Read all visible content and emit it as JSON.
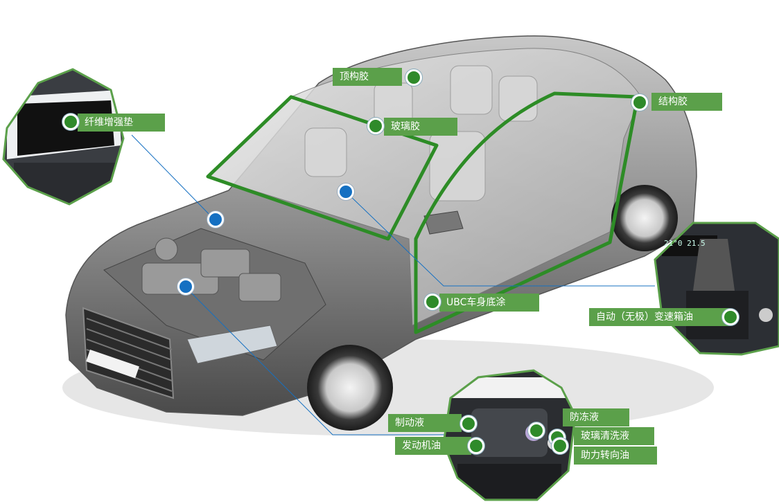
{
  "labels": {
    "fiber_pad": "纤维增强垫",
    "roof_glue": "顶构胶",
    "glass_glue": "玻璃胶",
    "struct_glue": "结构胶",
    "ubc": "UBC车身底涂",
    "atf": "自动（无极）变速箱油",
    "brake": "制动液",
    "engine_oil": "发动机油",
    "antifreeze": "防冻液",
    "washer": "玻璃清洗液",
    "power_steering": "助力转向油"
  },
  "gear_display": "21°0  21.5",
  "colors": {
    "accent_green": "#5ba04a",
    "dot_green": "#2f8a2a",
    "dot_blue": "#1570c2",
    "line_blue": "#1570c2",
    "body_outline_green": "#2d8c26"
  }
}
